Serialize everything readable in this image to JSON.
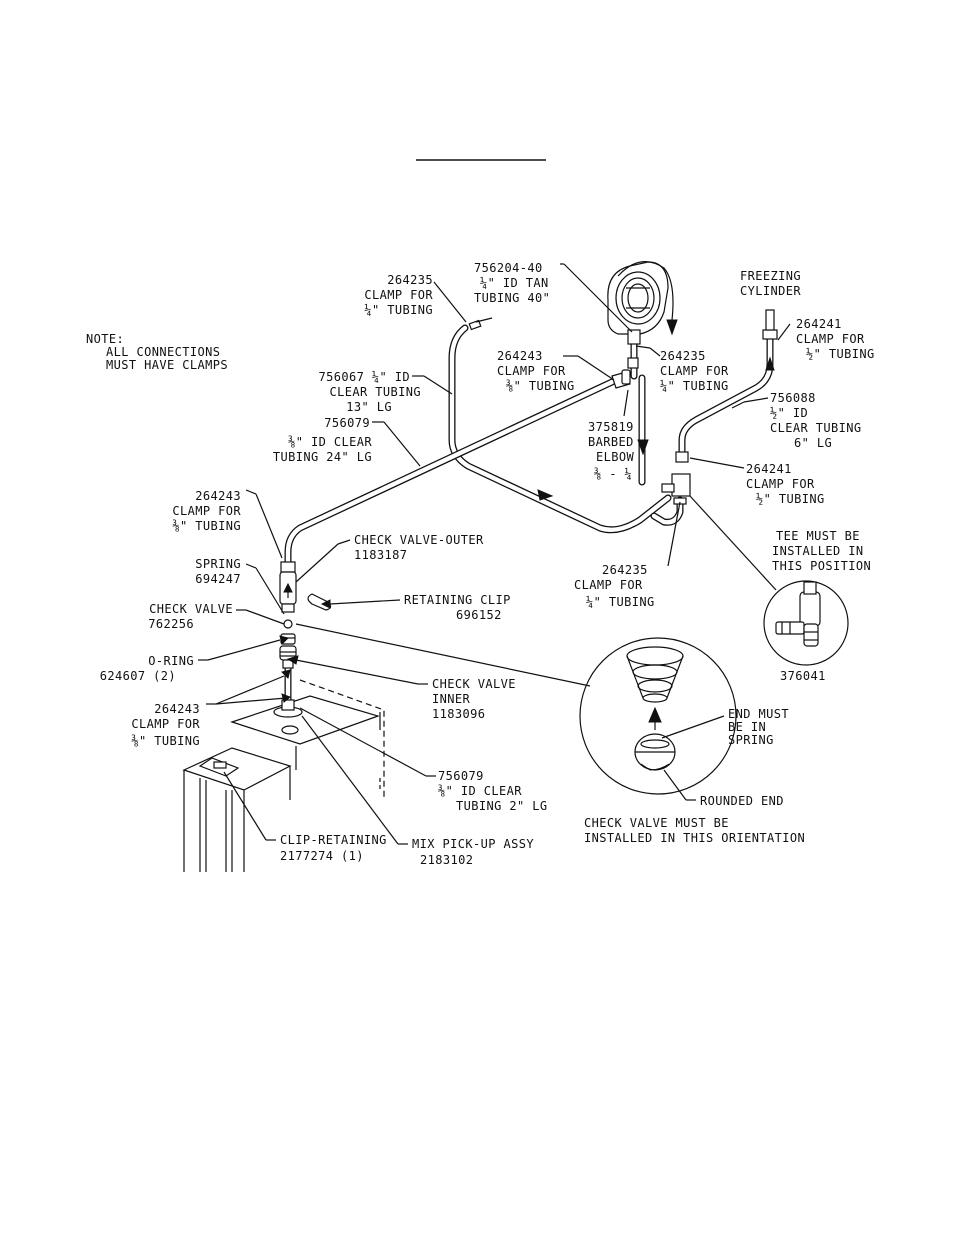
{
  "page": {
    "title_underline": ""
  },
  "note": {
    "lines": [
      "NOTE:",
      "ALL CONNECTIONS",
      "MUST HAVE CLAMPS"
    ]
  },
  "callouts": {
    "clamp_264235_top": [
      "264235",
      "CLAMP FOR",
      "¼\" TUBING"
    ],
    "tubing_756204": [
      "756204-40",
      "¼\" ID TAN",
      "TUBING 40\""
    ],
    "freezing_cylinder": [
      "FREEZING",
      "CYLINDER"
    ],
    "clamp_264241_top": [
      "264241",
      "CLAMP FOR",
      "½\" TUBING"
    ],
    "clamp_264243_top": [
      "264243",
      "CLAMP FOR",
      "⅜\" TUBING"
    ],
    "clamp_264235_pump": [
      "264235",
      "CLAMP FOR",
      "¼\" TUBING"
    ],
    "tubing_756067": [
      "756067 ¼\" ID",
      "CLEAR TUBING",
      "13\" LG"
    ],
    "tubing_756088": [
      "756088",
      "½\" ID",
      "CLEAR TUBING",
      "6\" LG"
    ],
    "tubing_756079_long": [
      "756079",
      "⅜\" ID CLEAR",
      "TUBING 24\" LG"
    ],
    "elbow_375819": [
      "375819",
      "BARBED",
      "ELBOW",
      "⅜ - ¼"
    ],
    "clamp_264241_tee": [
      "264241",
      "CLAMP FOR",
      "½\" TUBING"
    ],
    "clamp_264243_mid": [
      "264243",
      "CLAMP FOR",
      "⅜\" TUBING"
    ],
    "check_valve_outer": [
      "CHECK VALVE-OUTER",
      "1183187"
    ],
    "tee_note": [
      "TEE MUST BE",
      "INSTALLED IN",
      "THIS POSITION"
    ],
    "spring": [
      "SPRING",
      "694247"
    ],
    "clamp_264235_tee": [
      "264235",
      "CLAMP FOR",
      "¼\" TUBING"
    ],
    "retaining_clip": [
      "RETAINING CLIP",
      "696152"
    ],
    "check_valve": [
      "CHECK VALVE",
      "762256"
    ],
    "o_ring": [
      "O-RING",
      "624607 (2)"
    ],
    "tee_part": [
      "376041"
    ],
    "check_valve_inner": [
      "CHECK VALVE",
      "INNER",
      "1183096"
    ],
    "clamp_264243_low": [
      "264243",
      "CLAMP FOR",
      "⅜\" TUBING"
    ],
    "end_in_spring": [
      "END MUST",
      "BE IN",
      "SPRING"
    ],
    "tubing_756079_short": [
      "756079",
      "⅜\" ID CLEAR",
      "TUBING 2\" LG"
    ],
    "rounded_end": [
      "ROUNDED END"
    ],
    "check_valve_note": [
      "CHECK VALVE MUST BE",
      "INSTALLED IN THIS ORIENTATION"
    ],
    "clip_retaining": [
      "CLIP-RETAINING",
      "2177274 (1)"
    ],
    "mix_pickup": [
      "MIX PICK-UP ASSY",
      "2183102"
    ]
  }
}
